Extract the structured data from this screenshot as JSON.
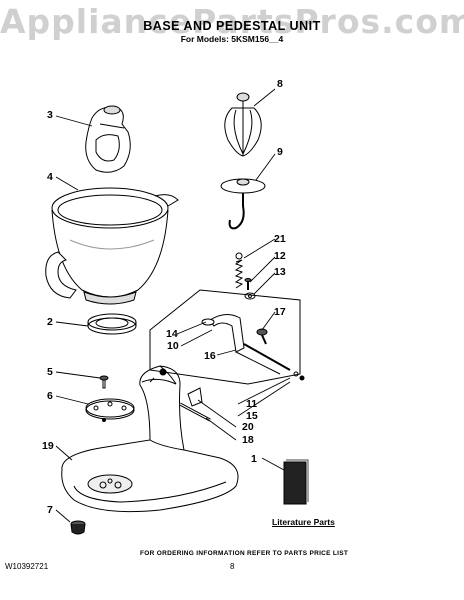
{
  "watermark": "AppliancePartsPros.com",
  "header": {
    "title": "BASE AND PEDESTAL UNIT",
    "subtitle": "For Models: 5KSM156__4"
  },
  "callouts": [
    "1",
    "2",
    "3",
    "4",
    "5",
    "6",
    "7",
    "8",
    "9",
    "10",
    "11",
    "12",
    "13",
    "14",
    "15",
    "16",
    "17",
    "18",
    "19",
    "20",
    "21"
  ],
  "literature_label": "Literature Parts",
  "footer": {
    "doc_number": "W10392721",
    "ordering_note": "FOR ORDERING INFORMATION REFER TO PARTS PRICE LIST",
    "page_number": "8"
  },
  "colors": {
    "ink": "#000000",
    "watermark": "#969696",
    "shading": "#dcdcdc"
  }
}
